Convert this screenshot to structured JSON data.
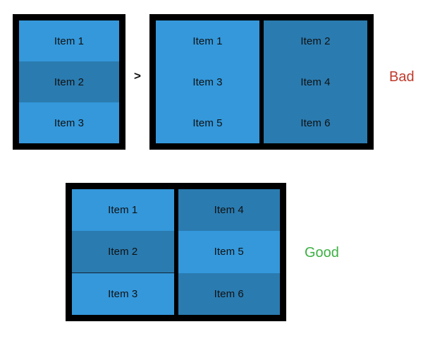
{
  "colors": {
    "light_blue": "#3498db",
    "dark_blue": "#2a7bb0",
    "frame_black": "#000000",
    "bad_red": "#c0392b",
    "good_green": "#3cb043",
    "background": "#ffffff"
  },
  "compare": {
    "operator": ">"
  },
  "verdicts": {
    "bad": "Bad",
    "good": "Good"
  },
  "diagram": {
    "boxes": [
      {
        "id": "box-one",
        "role": "source-single-column-list",
        "columns": [
          {
            "cells": [
              {
                "label": "Item 1",
                "shade": "light"
              },
              {
                "label": "Item 2",
                "shade": "dark"
              },
              {
                "label": "Item 3",
                "shade": "light"
              }
            ]
          }
        ]
      },
      {
        "id": "box-two",
        "role": "bad-two-column-row-major",
        "columns": [
          {
            "cells": [
              {
                "label": "Item 1",
                "shade": "light"
              },
              {
                "label": "Item 3",
                "shade": "light"
              },
              {
                "label": "Item 5",
                "shade": "light"
              }
            ]
          },
          {
            "cells": [
              {
                "label": "Item 2",
                "shade": "dark"
              },
              {
                "label": "Item 4",
                "shade": "dark"
              },
              {
                "label": "Item 6",
                "shade": "dark"
              }
            ]
          }
        ]
      },
      {
        "id": "box-three",
        "role": "good-two-column-column-major",
        "columns": [
          {
            "cells": [
              {
                "label": "Item 1",
                "shade": "light"
              },
              {
                "label": "Item 2",
                "shade": "dark"
              },
              {
                "label": "Item 3",
                "shade": "light"
              }
            ]
          },
          {
            "cells": [
              {
                "label": "Item 4",
                "shade": "dark"
              },
              {
                "label": "Item 5",
                "shade": "light"
              },
              {
                "label": "Item 6",
                "shade": "dark"
              }
            ]
          }
        ]
      }
    ]
  }
}
